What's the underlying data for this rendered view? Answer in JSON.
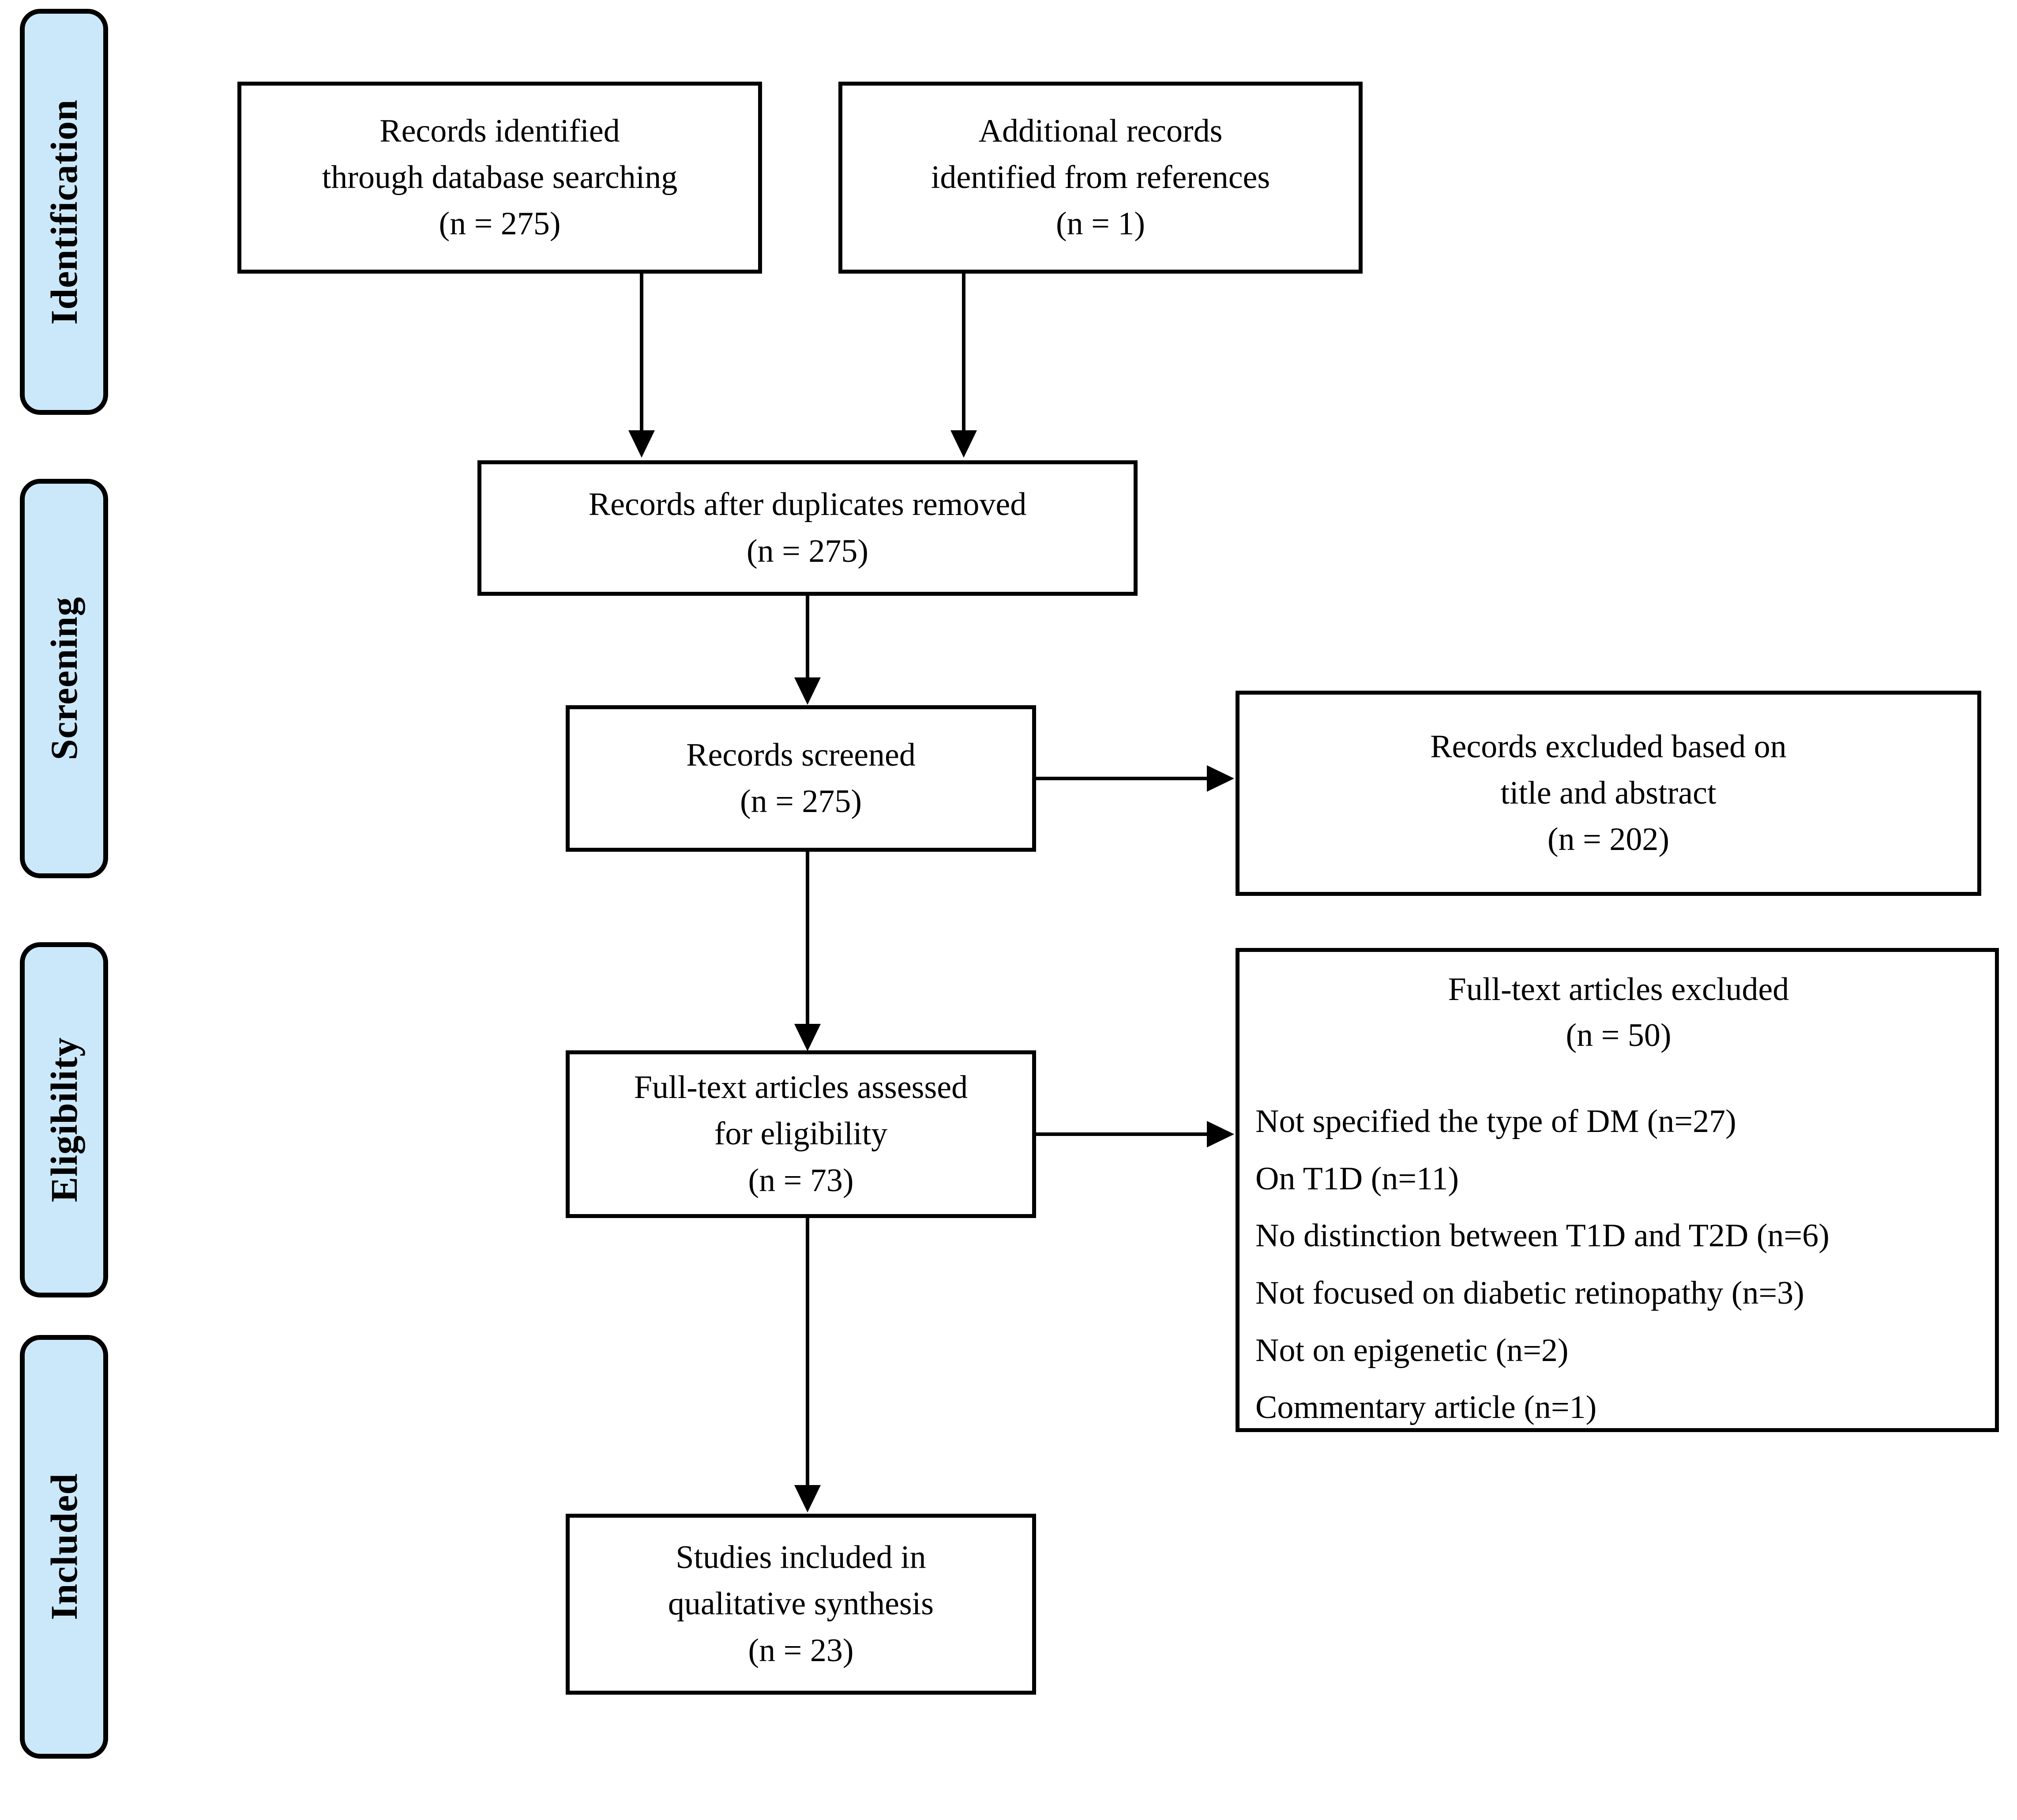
{
  "diagram": {
    "type": "PRISMA flow diagram",
    "colors": {
      "stage_tab_fill": "#CBE8FA",
      "stroke": "#000000",
      "box_fill": "#FFFFFF",
      "page_background": "#FFFFFF"
    }
  },
  "stages": [
    {
      "id": "identification",
      "label": "Identification"
    },
    {
      "id": "screening",
      "label": "Screening"
    },
    {
      "id": "eligibility",
      "label": "Eligibility"
    },
    {
      "id": "included",
      "label": "Included"
    }
  ],
  "boxes": {
    "records_identified": {
      "lines": [
        "Records identified",
        "through database searching",
        "(n = 275)"
      ],
      "count": 275
    },
    "additional_records": {
      "lines": [
        "Additional records",
        "identified from references",
        "(n = 1)"
      ],
      "count": 1
    },
    "after_duplicates": {
      "lines": [
        "Records after duplicates removed",
        "(n = 275)"
      ],
      "count": 275
    },
    "records_screened": {
      "lines": [
        "Records screened",
        "(n = 275)"
      ],
      "count": 275
    },
    "records_excluded": {
      "lines": [
        "Records excluded based on",
        "title and abstract",
        "(n = 202)"
      ],
      "count": 202
    },
    "fulltext_assessed": {
      "lines": [
        "Full-text articles assessed",
        "for eligibility",
        "(n = 73)"
      ],
      "count": 73
    },
    "fulltext_excluded": {
      "heading": [
        "Full-text articles excluded",
        "(n = 50)"
      ],
      "count": 50,
      "reasons": [
        {
          "text": "Not specified the type of DM (n=27)",
          "n": 27
        },
        {
          "text": "On T1D (n=11)",
          "n": 11
        },
        {
          "text": "No distinction between T1D and T2D (n=6)",
          "n": 6
        },
        {
          "text": "Not focused on diabetic retinopathy (n=3)",
          "n": 3
        },
        {
          "text": "Not on epigenetic (n=2)",
          "n": 2
        },
        {
          "text": "Commentary article (n=1)",
          "n": 1
        }
      ]
    },
    "studies_included": {
      "lines": [
        "Studies included in",
        "qualitative synthesis",
        "(n = 23)"
      ],
      "count": 23
    }
  }
}
